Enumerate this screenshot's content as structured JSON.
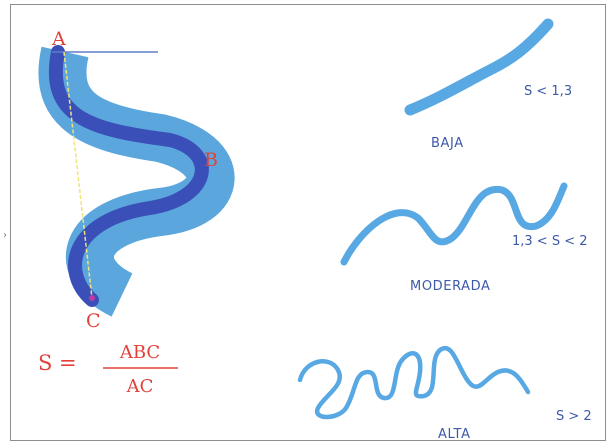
{
  "points": {
    "a": "A",
    "b": "B",
    "c": "C"
  },
  "formula": {
    "lhs": "S =",
    "numerator": "ABC",
    "denominator": "AC"
  },
  "categories": [
    {
      "name": "BAJA",
      "condition": "S < 1,3"
    },
    {
      "name": "MODERADA",
      "condition": "1,3 < S < 2"
    },
    {
      "name": "ALTA",
      "condition": "S > 2"
    }
  ],
  "colors": {
    "outer_band": "#5ba7dd",
    "inner_channel": "#3a4fb7",
    "sample_stroke": "#57a8e3",
    "label_red": "#e2413a",
    "label_blue": "#3d5aa8",
    "chord": "#f2e27a",
    "endpoint": "#c03aa5",
    "frame": "#8e8e8e"
  }
}
